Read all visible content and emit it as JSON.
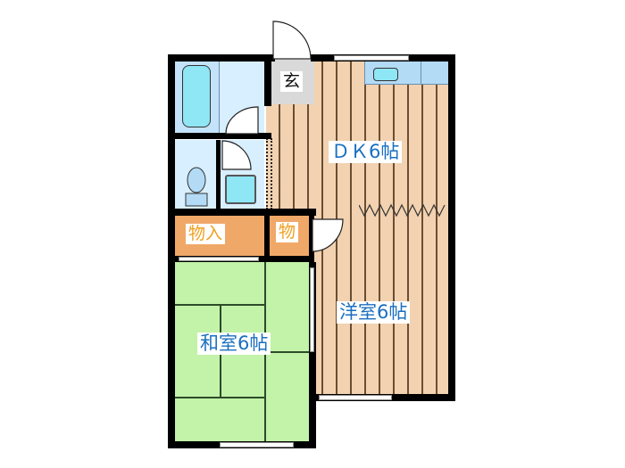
{
  "floorplan": {
    "rooms": {
      "genkan": {
        "label": "玄"
      },
      "dk": {
        "label": "ＤＫ6帖"
      },
      "storage_large": {
        "label": "物入"
      },
      "storage_small": {
        "label": "物"
      },
      "washitsu": {
        "label": "和室6帖"
      },
      "youshitsu": {
        "label": "洋室6帖"
      }
    },
    "colors": {
      "wall": "#000000",
      "wood_floor": "#f2d2b0",
      "tatami": "#c2f3a8",
      "wet_area": "#d8efff",
      "storage": "#f0a868",
      "genkan": "#d9d9d9",
      "label_blue": "#1a6fbf",
      "label_orange": "#f0a020"
    }
  }
}
